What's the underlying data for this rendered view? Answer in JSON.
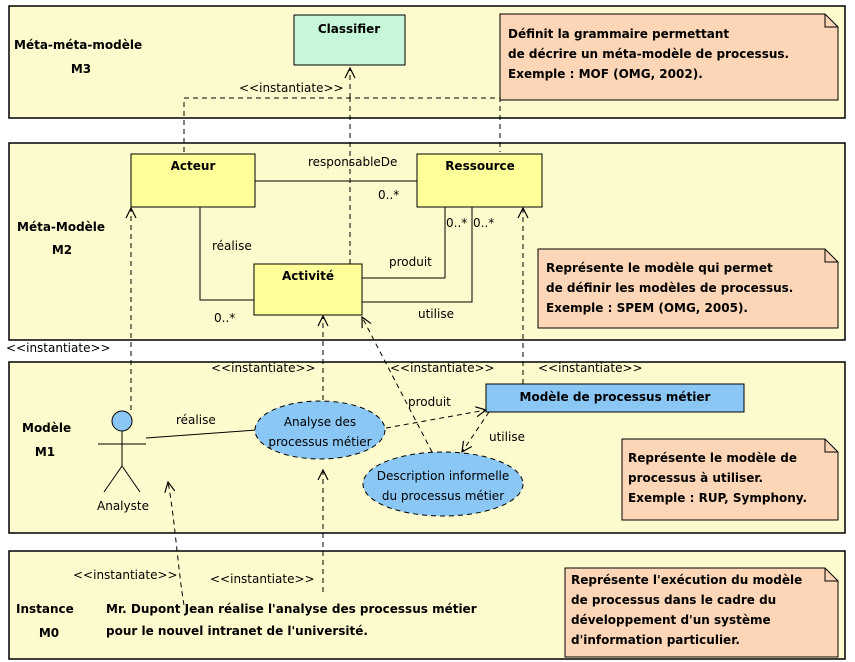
{
  "layers": {
    "m3": {
      "name": "Méta-méta-modèle",
      "code": "M3"
    },
    "m2": {
      "name": "Méta-Modèle",
      "code": "M2"
    },
    "m1": {
      "name": "Modèle",
      "code": "M1"
    },
    "m0": {
      "name": "Instance",
      "code": "M0"
    }
  },
  "classes": {
    "classifier": "Classifier",
    "acteur": "Acteur",
    "ressource": "Ressource",
    "activite": "Activité",
    "modele_processus": "Modèle de processus métier"
  },
  "associations": {
    "responsable_de": "responsableDe",
    "realise_m2": "réalise",
    "produit_m2": "produit",
    "utilise_m2": "utilise",
    "mult_responsable": "0..*",
    "mult_realise": "0..*",
    "mult_produit": "0..*",
    "mult_utilise": "0..*",
    "realise_m1": "réalise",
    "produit_m1": "produit",
    "utilise_m1": "utilise"
  },
  "stereotype": "<<instantiate>>",
  "usecases": {
    "analyse": [
      "Analyse des",
      "processus métier"
    ],
    "description": [
      "Description informelle",
      "du processus métier"
    ]
  },
  "actor": {
    "name": "Analyste"
  },
  "instance_text": [
    "Mr. Dupont Jean réalise l'analyse des processus métier",
    "pour le nouvel intranet de l'université."
  ],
  "notes": {
    "m3": [
      "Définit la grammaire permettant",
      "de décrire un méta-modèle de processus.",
      "Exemple : MOF (OMG, 2002)."
    ],
    "m2": [
      "Représente le modèle qui permet",
      "de définir les modèles de processus.",
      "Exemple : SPEM (OMG, 2005)."
    ],
    "m1": [
      "Représente le modèle de",
      "processus à utiliser.",
      "Exemple : RUP, Symphony."
    ],
    "m0": [
      "Représente l'exécution du modèle",
      "de processus dans le cadre du",
      "développement d'un système",
      "d'information particulier."
    ]
  },
  "colors": {
    "band": "#fdfacd",
    "classifier": "#c6f7d8",
    "m2_class": "#ffff99",
    "m1_class": "#8bc7f5",
    "usecase": "#8bc7f5",
    "note": "#fcd6b6"
  }
}
